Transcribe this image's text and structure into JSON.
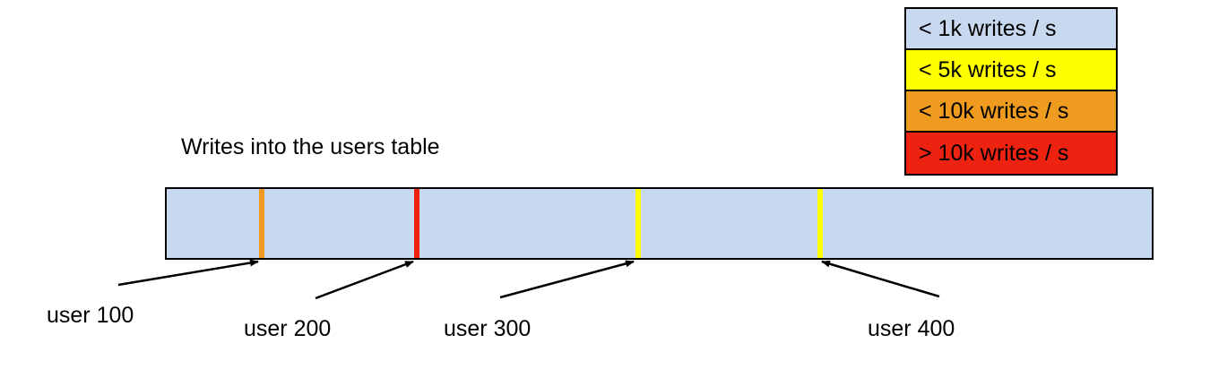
{
  "chart_data": {
    "type": "bar",
    "title": "Writes into the users table",
    "xlabel": "",
    "ylabel": "",
    "orientation": "horizontal",
    "description": "A single horizontal bar representing the users table keyspace, shaded light blue (< 1k writes / s) with four narrow colored stripes marking hot rows at specific users.",
    "base_band_color": "#c8d8ef",
    "base_band_category": "< 1k writes / s",
    "categories": [
      "< 1k writes / s",
      "< 5k writes / s",
      "< 10k writes / s",
      "> 10k writes / s"
    ],
    "category_colors": [
      "#c8d8ef",
      "#ffff00",
      "#ef9b1f",
      "#ee2211"
    ],
    "markers": [
      {
        "label": "user 100",
        "color": "#ef9b1f",
        "category": "< 10k writes / s",
        "position_pct": 9.7
      },
      {
        "label": "user 200",
        "color": "#ee2211",
        "category": "> 10k writes / s",
        "position_pct": 25.3
      },
      {
        "label": "user 300",
        "color": "#ffff00",
        "category": "< 5k writes / s",
        "position_pct": 47.7
      },
      {
        "label": "user 400",
        "color": "#ffff00",
        "category": "< 5k writes / s",
        "position_pct": 66.1
      }
    ]
  },
  "legend": {
    "rows": [
      {
        "label": "< 1k writes / s",
        "color": "#c8d8ef"
      },
      {
        "label": "< 5k writes / s",
        "color": "#ffff00"
      },
      {
        "label": "< 10k writes / s",
        "color": "#ef9b1f"
      },
      {
        "label": "> 10k writes / s",
        "color": "#ee2211"
      }
    ]
  },
  "diagram": {
    "title": "Writes into the users table",
    "callouts": [
      {
        "label": "user 100"
      },
      {
        "label": "user 200"
      },
      {
        "label": "user 300"
      },
      {
        "label": "user 400"
      }
    ]
  },
  "colors": {
    "blue": "#c8d8ef",
    "yellow": "#ffff00",
    "orange": "#ef9b1f",
    "red": "#ee2211",
    "outline": "#000000",
    "background": "#ffffff"
  }
}
